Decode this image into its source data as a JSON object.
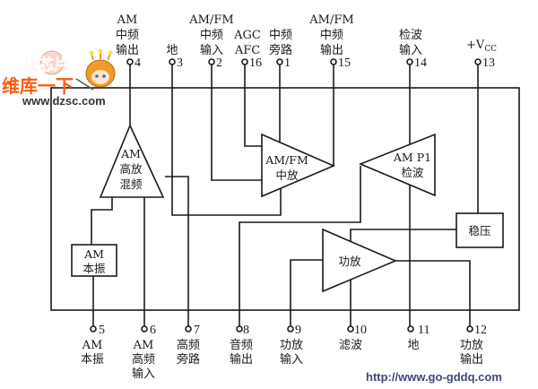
{
  "diagram": {
    "title": "AM/FM radio IC block diagram",
    "blocks": {
      "am_rf_mixer": [
        "AM",
        "高放",
        "混频"
      ],
      "am_osc": [
        "AM",
        "本振"
      ],
      "amfm_if": [
        "AM/FM",
        "中放"
      ],
      "am_detector": [
        "AM P1",
        "检波"
      ],
      "power_amp": [
        "功放"
      ],
      "regulator": [
        "稳压"
      ]
    },
    "top_pins": [
      {
        "num": "4",
        "label": [
          "AM",
          "中频",
          "输出"
        ]
      },
      {
        "num": "3",
        "label": [
          "地"
        ]
      },
      {
        "num": "2",
        "label": [
          "AM/FM",
          "中频",
          "输入"
        ]
      },
      {
        "num": "16",
        "label": [
          "AGC",
          "AFC"
        ]
      },
      {
        "num": "1",
        "label": [
          "中频",
          "旁路"
        ]
      },
      {
        "num": "15",
        "label": [
          "AM/FM",
          "中频",
          "输出"
        ]
      },
      {
        "num": "14",
        "label": [
          "检波",
          "输入"
        ]
      },
      {
        "num": "13",
        "label": [
          "+V",
          "CC"
        ]
      }
    ],
    "bottom_pins": [
      {
        "num": "5",
        "label": [
          "AM",
          "本振"
        ]
      },
      {
        "num": "6",
        "label": [
          "AM",
          "高频",
          "输入"
        ]
      },
      {
        "num": "7",
        "label": [
          "高频",
          "旁路"
        ]
      },
      {
        "num": "8",
        "label": [
          "音频",
          "输出"
        ]
      },
      {
        "num": "9",
        "label": [
          "功放",
          "输入"
        ]
      },
      {
        "num": "10",
        "label": [
          "滤波"
        ]
      },
      {
        "num": "11",
        "label": [
          "地"
        ]
      },
      {
        "num": "12",
        "label": [
          "功放",
          "输出"
        ]
      }
    ]
  },
  "watermarks": {
    "logo_text": "找芯片",
    "slogan": "维库一下",
    "site": "www.dzsc.com",
    "footer_url": "http://www.go-gddq.com"
  }
}
